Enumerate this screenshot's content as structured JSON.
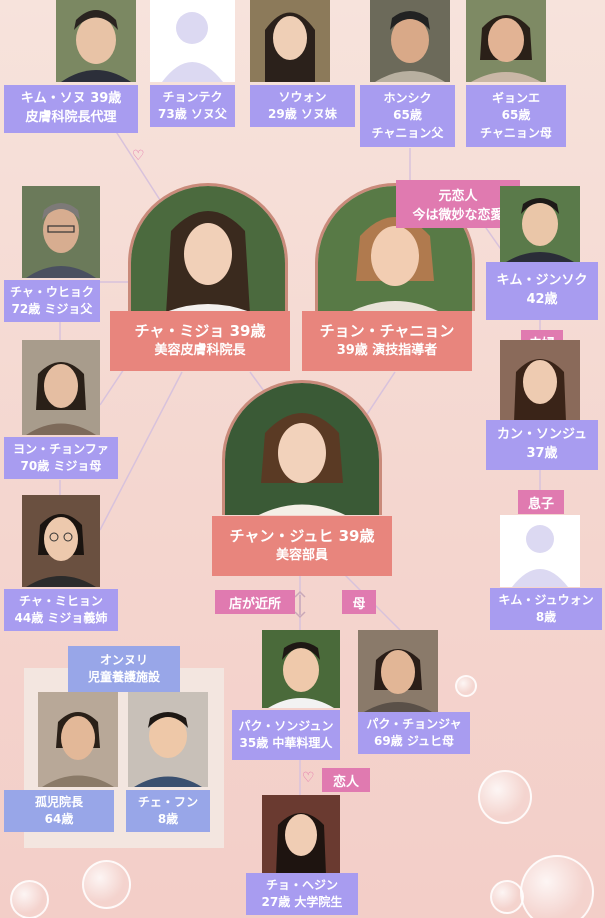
{
  "people": {
    "kim_sonu": {
      "line1": "キム・ソヌ 39歳",
      "line2": "皮膚科院長代理"
    },
    "chonteku": {
      "line1": "チョンテク",
      "line2": "73歳 ソヌ父"
    },
    "sowon": {
      "line1": "ソウォン",
      "line2": "29歳 ソヌ妹"
    },
    "honshiku": {
      "line1": "ホンシク",
      "line2": "65歳",
      "line3": "チャニョン父"
    },
    "gyonE": {
      "line1": "ギョンエ",
      "line2": "65歳",
      "line3": "チャニョン母"
    },
    "cha_uhyoku": {
      "line1": "チャ・ウヒョク",
      "line2": "72歳 ミジョ父"
    },
    "cha_mijo": {
      "line1": "チャ・ミジョ 39歳",
      "line2": "美容皮膚科院長"
    },
    "chon_chanyon": {
      "line1": "チョン・チャニョン",
      "line2": "39歳 演技指導者"
    },
    "kim_jinsoku": {
      "line1": "キム・ジンソク",
      "line2": "42歳"
    },
    "yon_chonfa": {
      "line1": "ヨン・チョンファ",
      "line2": "70歳 ミジョ母"
    },
    "kan_sonju": {
      "line1": "カン・ソンジュ",
      "line2": "37歳"
    },
    "chan_juhi": {
      "line1": "チャン・ジュヒ 39歳",
      "line2": "美容部員"
    },
    "cha_mihyon": {
      "line1": "チャ・ミヒョン",
      "line2": "44歳 ミジョ義姉"
    },
    "kim_juwon": {
      "line1": "キム・ジュウォン",
      "line2": "8歳"
    },
    "paku_sonjun": {
      "line1": "パク・ソンジュン",
      "line2": "35歳 中華料理人"
    },
    "paku_chonja": {
      "line1": "パク・チョンジャ",
      "line2": "69歳 ジュヒ母"
    },
    "director": {
      "line1": "孤児院長",
      "line2": "64歳"
    },
    "che_fun": {
      "line1": "チェ・フン",
      "line2": "8歳"
    },
    "cho_hejin": {
      "line1": "チョ・ヘジン",
      "line2": "27歳 大学院生"
    }
  },
  "labels": {
    "ex_lovers_1": "元恋人",
    "ex_lovers_2": "今は微妙な恋愛",
    "couple": "夫婦",
    "son": "息子",
    "near_shop": "店が近所",
    "mother": "母",
    "lovers": "恋人",
    "orphanage_1": "オンヌリ",
    "orphanage_2": "児童養護施設"
  },
  "colors": {
    "card_lavender": "#a89cf0",
    "card_blue": "#98a6e8",
    "card_salmon": "#e8857d",
    "tag_pink": "#e07ab0"
  }
}
